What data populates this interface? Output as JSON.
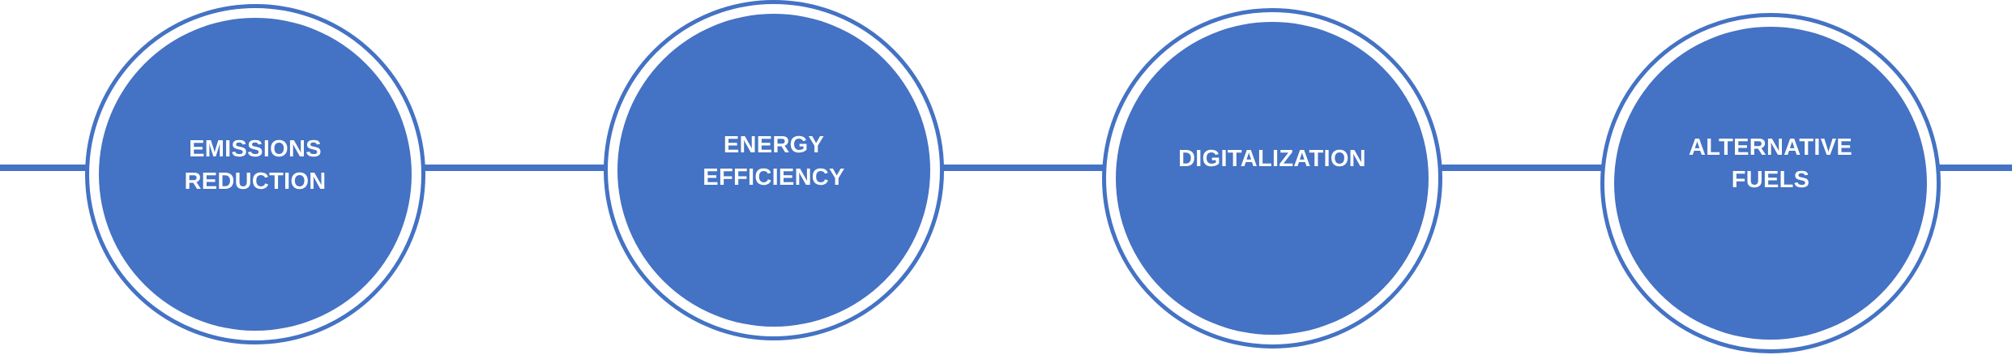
{
  "diagram": {
    "colors": {
      "primary": "#4472C4",
      "text": "#ffffff",
      "background": "#ffffff"
    },
    "steps": [
      {
        "label": "EMISSIONS\nREDUCTION"
      },
      {
        "label": "ENERGY\nEFFICIENCY"
      },
      {
        "label": "DIGITALIZATION"
      },
      {
        "label": "ALTERNATIVE FUELS"
      }
    ]
  }
}
